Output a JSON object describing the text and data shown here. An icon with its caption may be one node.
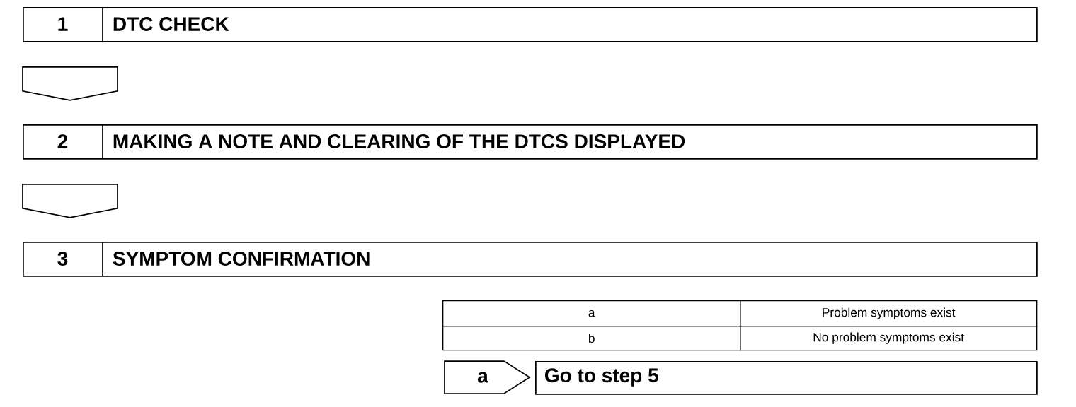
{
  "diagram": {
    "nodes": [
      {
        "text": [
          "1",
          "DTC CHECK"
        ]
      },
      {
        "text": [
          "2",
          "MAKING A NOTE AND CLEARING OF THE DTCS DISPLAYED"
        ]
      },
      {
        "text": [
          "3",
          "SYMPTOM CONFIRMATION"
        ]
      },
      {
        "text": [
          "a"
        ]
      },
      {
        "text": [
          "Go to step 5"
        ]
      }
    ],
    "edges": [
      {
        "from": 0,
        "to": 1,
        "arrow": "to"
      },
      {
        "from": 1,
        "to": 2,
        "arrow": "to"
      }
    ],
    "labels": [
      "a",
      "Problem symptoms exist",
      "b",
      "No problem symptoms exist"
    ]
  }
}
